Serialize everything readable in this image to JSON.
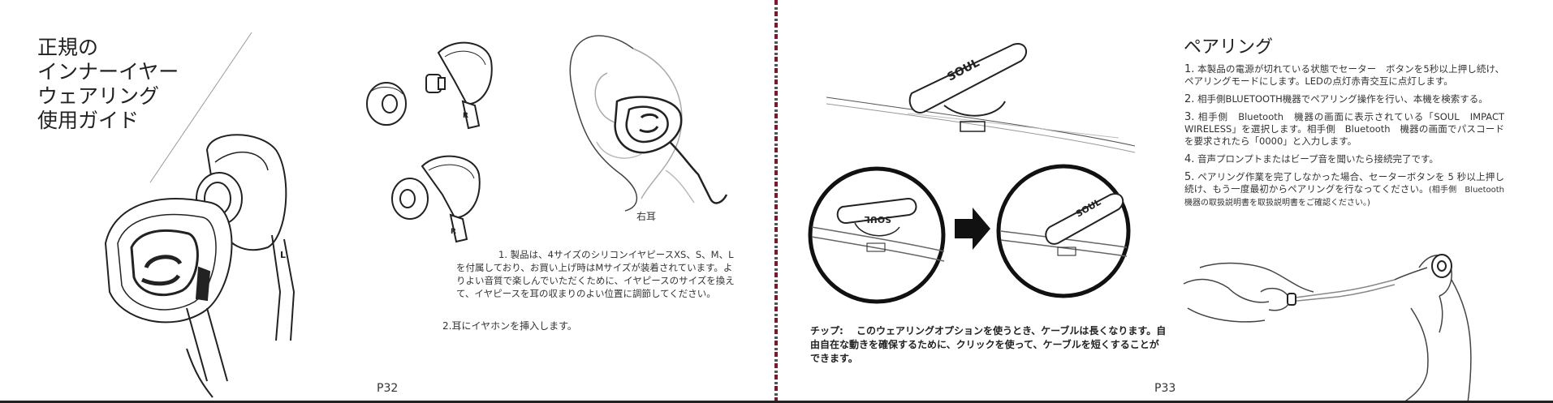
{
  "left_page": {
    "title": "正規の\nインナーイヤー\nウェアリング\n使用ガイド",
    "right_ear_caption": "右耳",
    "note_1": "1. 製品は、4サイズのシリコンイヤピースXS、S、M、Lを付属しており、お買い上げ時はMサイズが装着されています。よりよい音質で楽しんでいただくために、イヤピースのサイズを換えて、イヤピースを耳の収まりのよい位置に調節してください。",
    "note_2": "2.耳にイヤホンを挿入します。",
    "page_number": "P32",
    "earbud_side_label": "L",
    "earbud_part_label": "R"
  },
  "right_page": {
    "title": "ペアリング",
    "steps": [
      {
        "num": "1.",
        "text": "本製品の電源が切れている状態でセーター　ボタンを5秒以上押し続け、ペアリングモードにします。LEDの点灯赤青交互に点灯します。"
      },
      {
        "num": "2.",
        "text": "相手側BLUETOOTH機器でペアリング操作を行い、本機を検索する。"
      },
      {
        "num": "3.",
        "text": "相手側　Bluetooth　機器の画面に表示されている「SOUL　IMPACT WIRELESS」を選択します。相手側　Bluetooth　機器の画面でパスコードを要求されたら「0000」と入力します。"
      },
      {
        "num": "4.",
        "text": "音声プロンプトまたはビープ音を聞いたら接続完了です。"
      },
      {
        "num": "5.",
        "text": "ペアリング作業を完了しなかった場合、セーターボタンを 5 秒以上押し続け、もう一度最初からペアリングを行なってください。",
        "small": "(相手側　Bluetooth 機器の取扱説明書を取扱説明書をご確認ください。)"
      }
    ],
    "tip": "チップ:　 このウェアリングオプションを使うとき、ケーブルは長くなります。自由自在な動きを確保するために、クリックを使って、ケーブルを短くすることができます。",
    "clip_brand": "SOUL",
    "page_number": "P33"
  }
}
